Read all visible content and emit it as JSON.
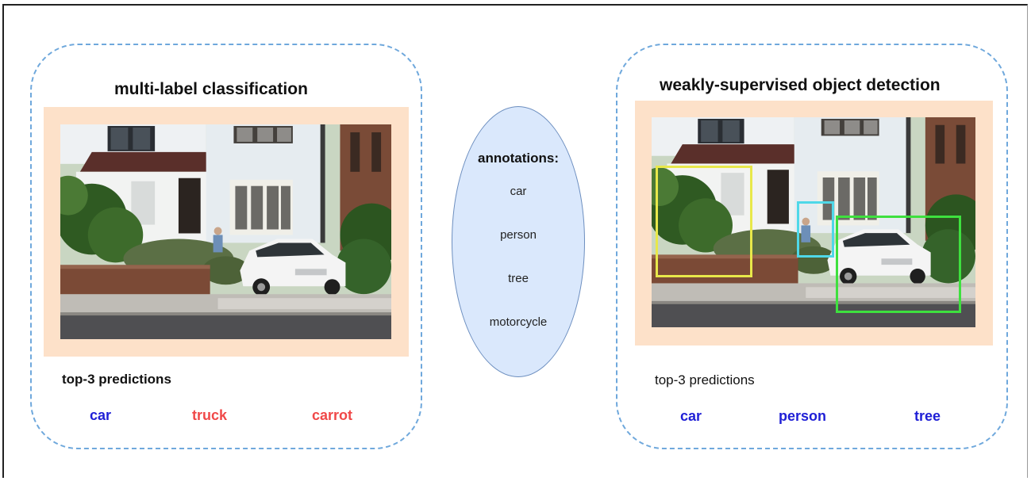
{
  "left_panel": {
    "title": "multi-label classification",
    "predictions_label": "top-3 predictions",
    "predictions": [
      {
        "text": "car",
        "color": "#1f1fd6"
      },
      {
        "text": "truck",
        "color": "#f04848"
      },
      {
        "text": "carrot",
        "color": "#f04848"
      }
    ]
  },
  "center": {
    "title": "annotations:",
    "items": [
      "car",
      "person",
      "tree",
      "motorcycle"
    ]
  },
  "right_panel": {
    "title": "weakly-supervised object detection",
    "predictions_label": "top-3 predictions",
    "predictions": [
      {
        "text": "car",
        "color": "#1f1fd6"
      },
      {
        "text": "person",
        "color": "#1f1fd6"
      },
      {
        "text": "tree",
        "color": "#1f1fd6"
      }
    ],
    "boxes": [
      {
        "object": "tree",
        "color": "#e8e84a"
      },
      {
        "object": "person",
        "color": "#4fd8e8"
      },
      {
        "object": "car",
        "color": "#3ee03e"
      }
    ]
  },
  "colors": {
    "panel_border": "#6fa8dc",
    "photo_mat": "#fde1c9",
    "ellipse_fill": "#dae8fc"
  }
}
